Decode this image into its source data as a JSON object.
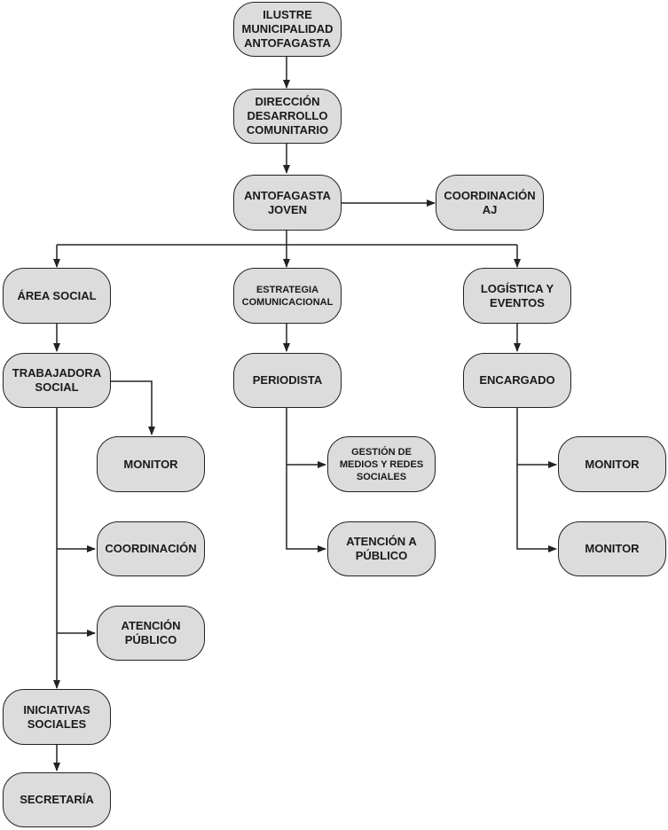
{
  "colors": {
    "box_fill": "#dcdcdc",
    "line": "#222222",
    "text": "#1a1a1a"
  },
  "nodes": {
    "ilustre": "ILUSTRE\nMUNICIPALIDAD\nANTOFAGASTA",
    "direccion": "DIRECCIÓN\nDESARROLLO\nCOMUNITARIO",
    "antofagasta_joven": "ANTOFAGASTA\nJOVEN",
    "coordinacion_aj": "COORDINACIÓN\nAJ",
    "area_social": "ÁREA SOCIAL",
    "estrategia": "ESTRATEGIA\nCOMUNICACIONAL",
    "logistica": "LOGÍSTICA Y\nEVENTOS",
    "trabajadora": "TRABAJADORA\nSOCIAL",
    "periodista": "PERIODISTA",
    "encargado": "ENCARGADO",
    "monitor_social": "MONITOR",
    "gestion": "GESTIÓN DE\nMEDIOS Y REDES\nSOCIALES",
    "monitor_log_1": "MONITOR",
    "coordinacion": "COORDINACIÓN",
    "atencion_a_publico": "ATENCIÓN A\nPÚBLICO",
    "monitor_log_2": "MONITOR",
    "atencion_publico": "ATENCIÓN\nPÚBLICO",
    "iniciativas": "INICIATIVAS\nSOCIALES",
    "secretaria": "SECRETARÍA"
  }
}
